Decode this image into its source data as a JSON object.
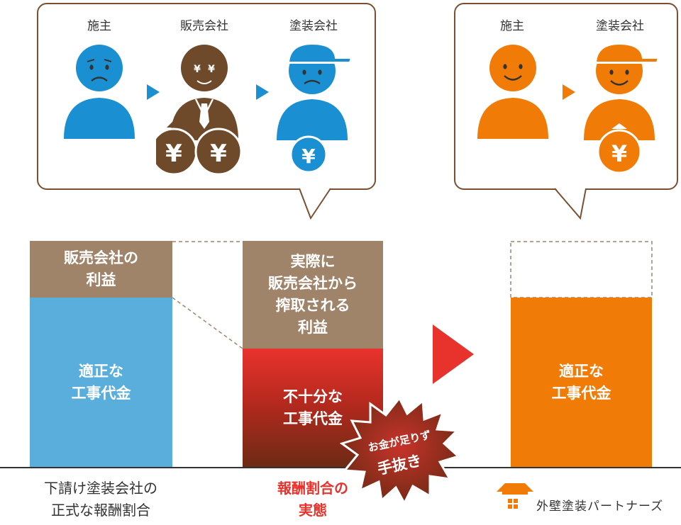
{
  "bubble_left": {
    "labels": [
      "施主",
      "販売会社",
      "塗装会社"
    ]
  },
  "bubble_right": {
    "labels": [
      "施主",
      "塗装会社"
    ]
  },
  "yen": "¥",
  "bars": {
    "left_top": "販売会社の\n利益",
    "left_bottom": "適正な\n工事代金",
    "mid_top": "実際に\n販売会社から\n搾取される\n利益",
    "mid_bottom": "不十分な\n工事代金",
    "right_bottom": "適正な\n工事代金"
  },
  "burst": {
    "line1": "お金が足りず",
    "line2": "手抜き"
  },
  "captions": {
    "left": "下請け塗装会社の\n正式な報酬割合",
    "mid": "報酬割合の\n実態"
  },
  "logo": {
    "text": "外壁塗装パートナーズ"
  },
  "colors": {
    "brown": "#a0846a",
    "blue": "#5aaedb",
    "red": "#e8332d",
    "orange": "#f07b06",
    "icon_blue": "#1a8fd2",
    "icon_brown": "#6e4a2a",
    "icon_orange": "#f07b06"
  }
}
